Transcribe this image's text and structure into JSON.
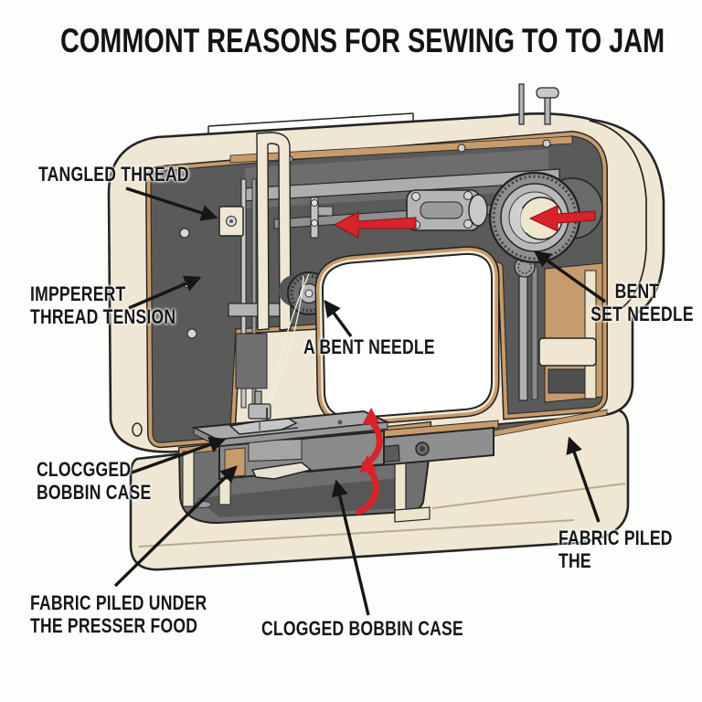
{
  "title": "COMMONT REASONS FOR SEWING TO TO JAM",
  "labels": {
    "tangled_thread": {
      "line1": "TANGLED THREAD"
    },
    "thread_tension": {
      "line1": "IMPPERERT",
      "line2": "THREAD TENSION"
    },
    "bent_needle": {
      "line1": "A BENT NEEDLE"
    },
    "bent_set_needle": {
      "line1": "BENT",
      "line2": "SET NEEDLE"
    },
    "clogged_bobbin_left": {
      "line1": "CLOCGGED",
      "line2": "BOBBIN CASE"
    },
    "fabric_piled_under": {
      "line1": "FABRIC PILED UNDER",
      "line2": "THE PRESSER FOOD"
    },
    "clogged_bobbin_bottom": {
      "line1": "CLOGGED BOBBIN CASE"
    },
    "fabric_piled_right": {
      "line1": "FABRIC PILED",
      "line2": "THE"
    }
  },
  "colors": {
    "background": "#fdfdfb",
    "ink": "#161616",
    "machine_body_cream": "#efe7d3",
    "machine_body_shade": "#ddd2b5",
    "cutaway_trim_tan": "#c79b6b",
    "cavity_dark_gray": "#5a5a5a",
    "metal_gray": "#a9a9a9",
    "arrow_red": "#d8232a"
  },
  "illustration": {
    "subject": "cutaway sewing machine with internal mechanisms exposed",
    "red_arrow_count": 4,
    "black_label_arrow_count": 8
  }
}
